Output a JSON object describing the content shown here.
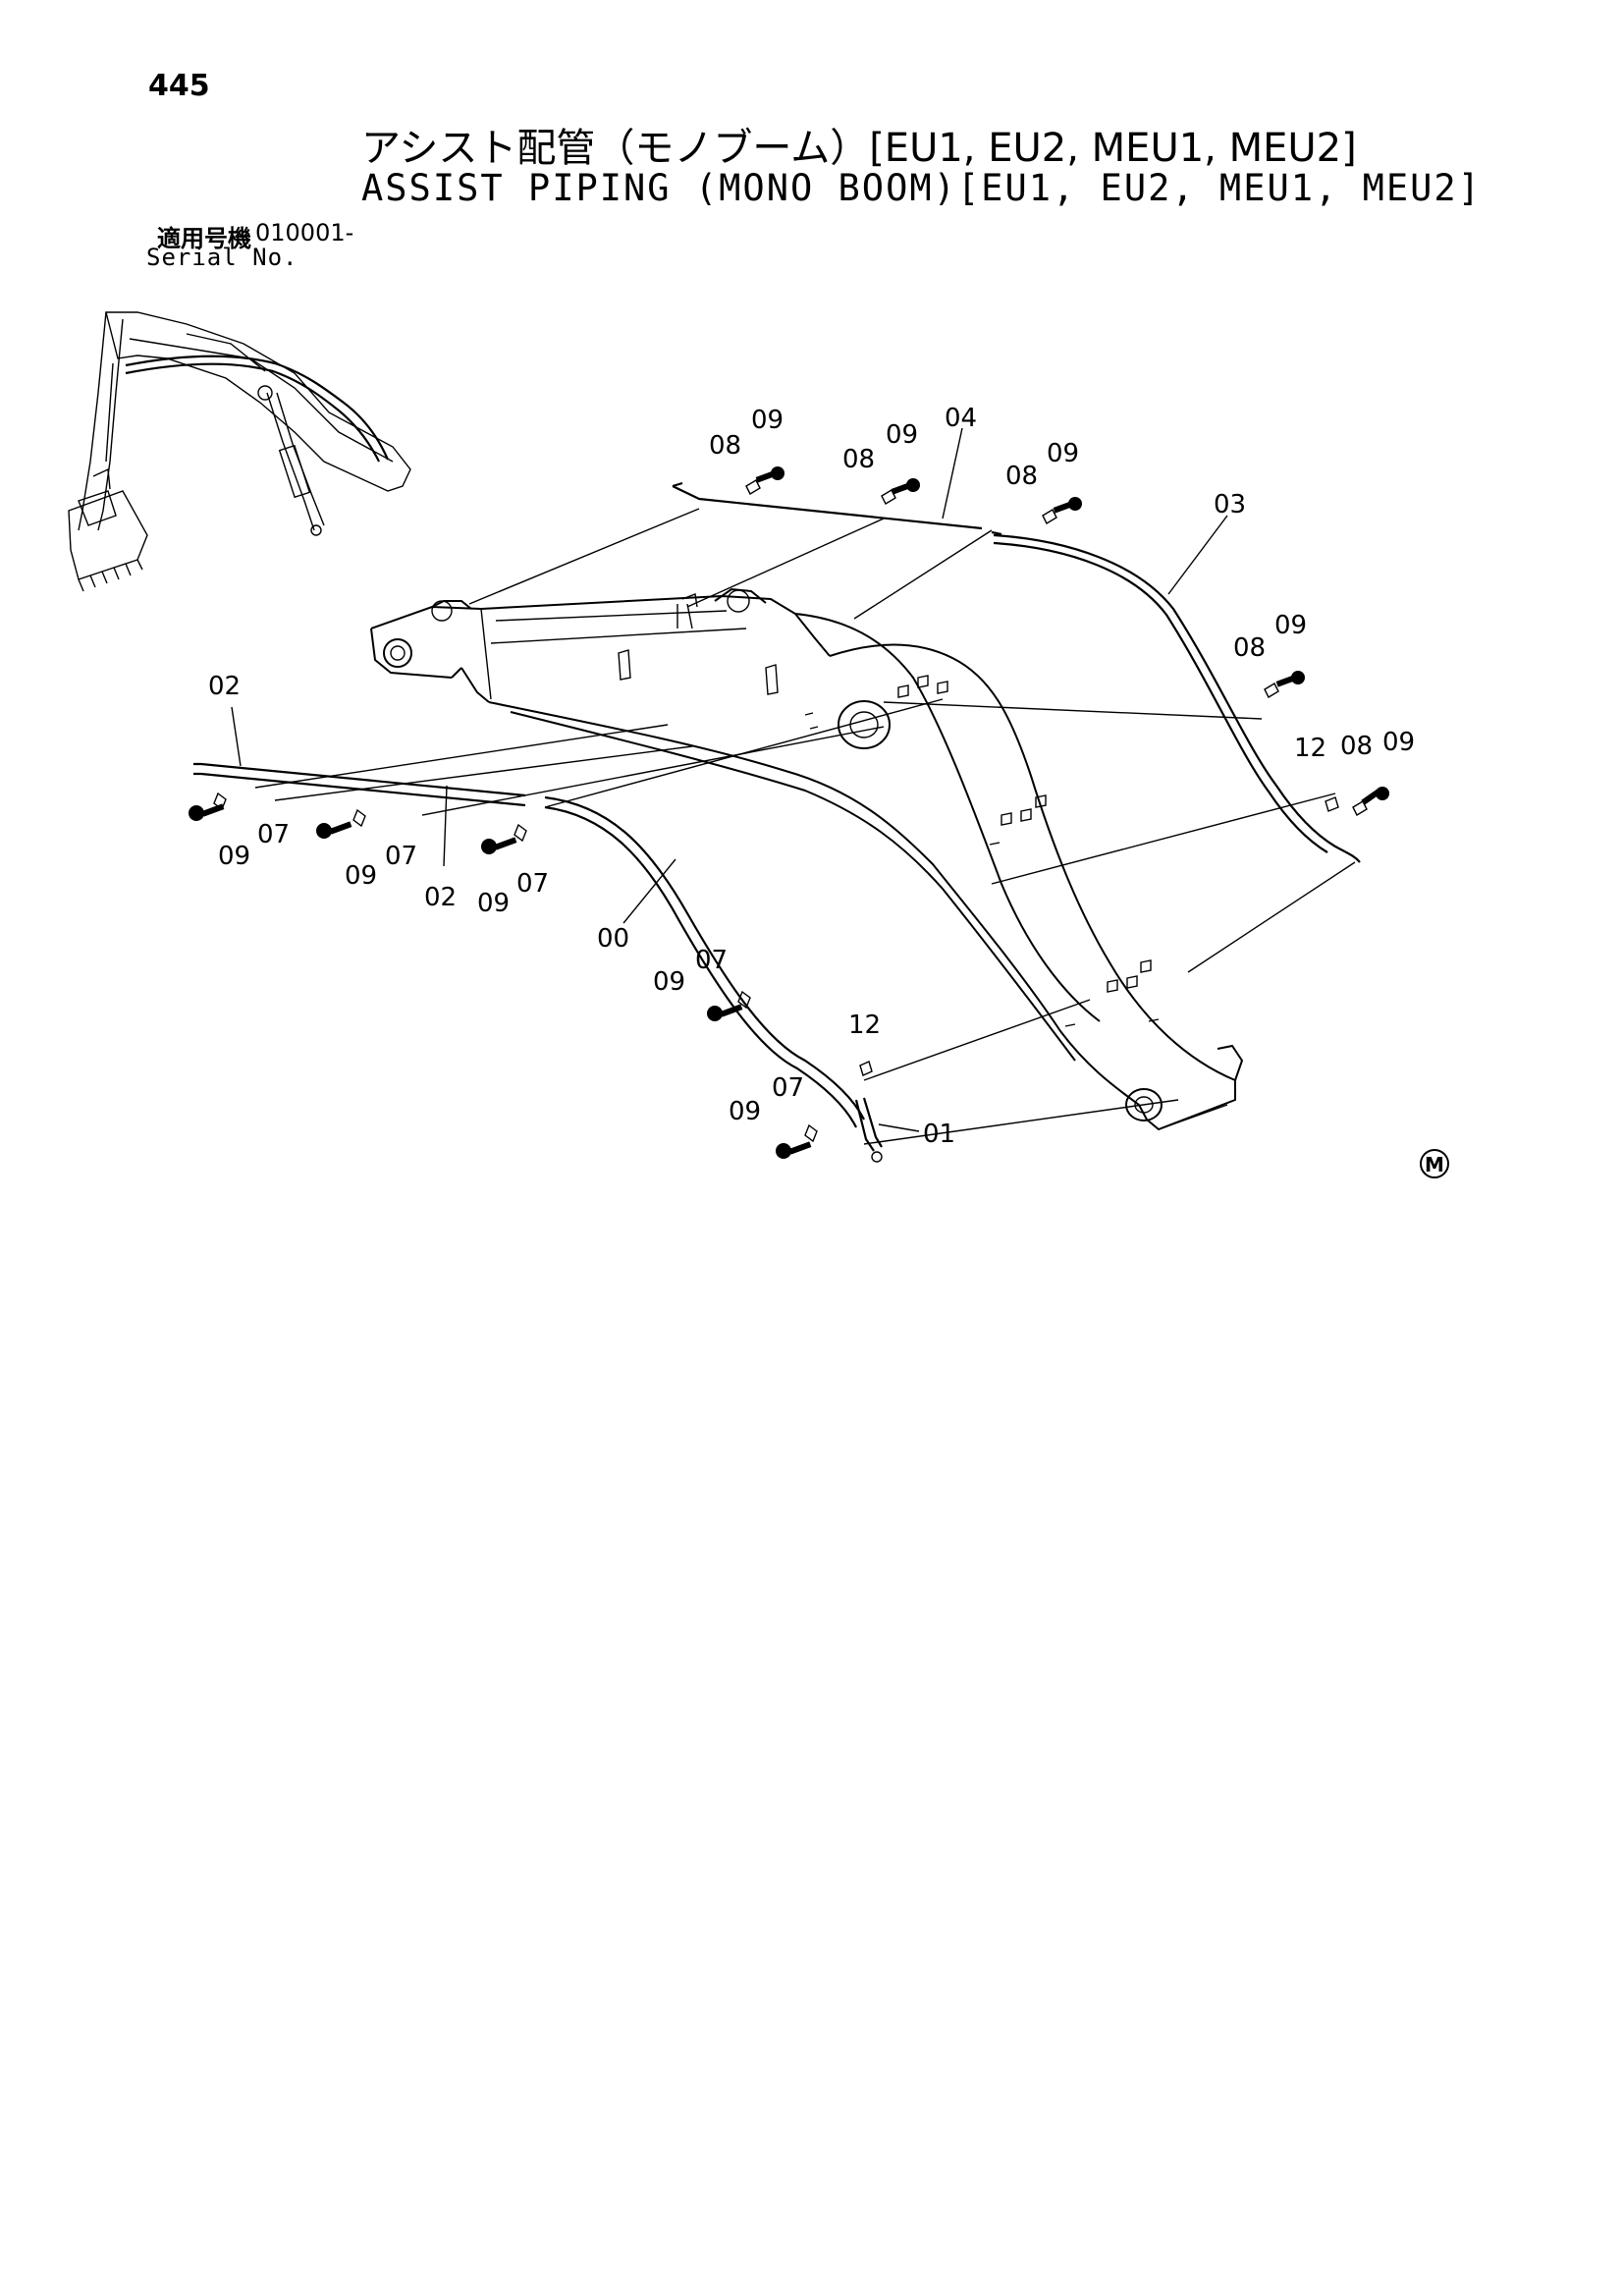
{
  "page_number": "445",
  "title_jp": "アシスト配管（モノブーム）[EU1, EU2, MEU1, MEU2]",
  "title_en": "ASSIST PIPING (MONO BOOM)[EU1, EU2, MEU1, MEU2]",
  "serial": {
    "label_jp": "適用号機",
    "value": "010001-",
    "label_en": "Serial No."
  },
  "callouts": {
    "p00": "00",
    "p01": "01",
    "p02a": "02",
    "p02b": "02",
    "p03": "03",
    "p04": "04",
    "p07a": "07",
    "p07b": "07",
    "p07c": "07",
    "p07d": "07",
    "p07e": "07",
    "p08a": "08",
    "p08b": "08",
    "p08c": "08",
    "p08d": "08",
    "p08e": "08",
    "p09a": "09",
    "p09b": "09",
    "p09c": "09",
    "p09d": "09",
    "p09e": "09",
    "p09f": "09",
    "p09g": "09",
    "p09h": "09",
    "p09i": "09",
    "p09j": "09",
    "p12a": "12",
    "p12b": "12"
  },
  "mark": "M"
}
